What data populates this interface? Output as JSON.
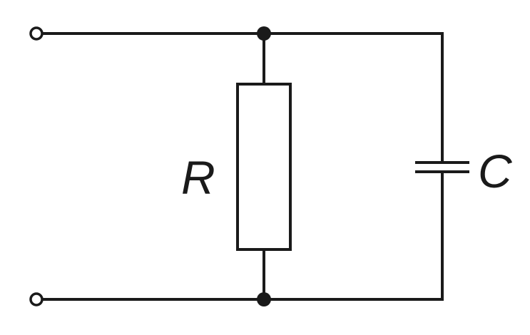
{
  "diagram": {
    "type": "circuit-schematic",
    "components": {
      "resistor": {
        "label": "R"
      },
      "capacitor": {
        "label": "C"
      }
    },
    "terminals": [
      "input-top",
      "input-bottom"
    ],
    "junctions": [
      "top-junction",
      "bottom-junction"
    ],
    "colors": {
      "line": "#1a1a1a",
      "background": "#ffffff"
    }
  }
}
